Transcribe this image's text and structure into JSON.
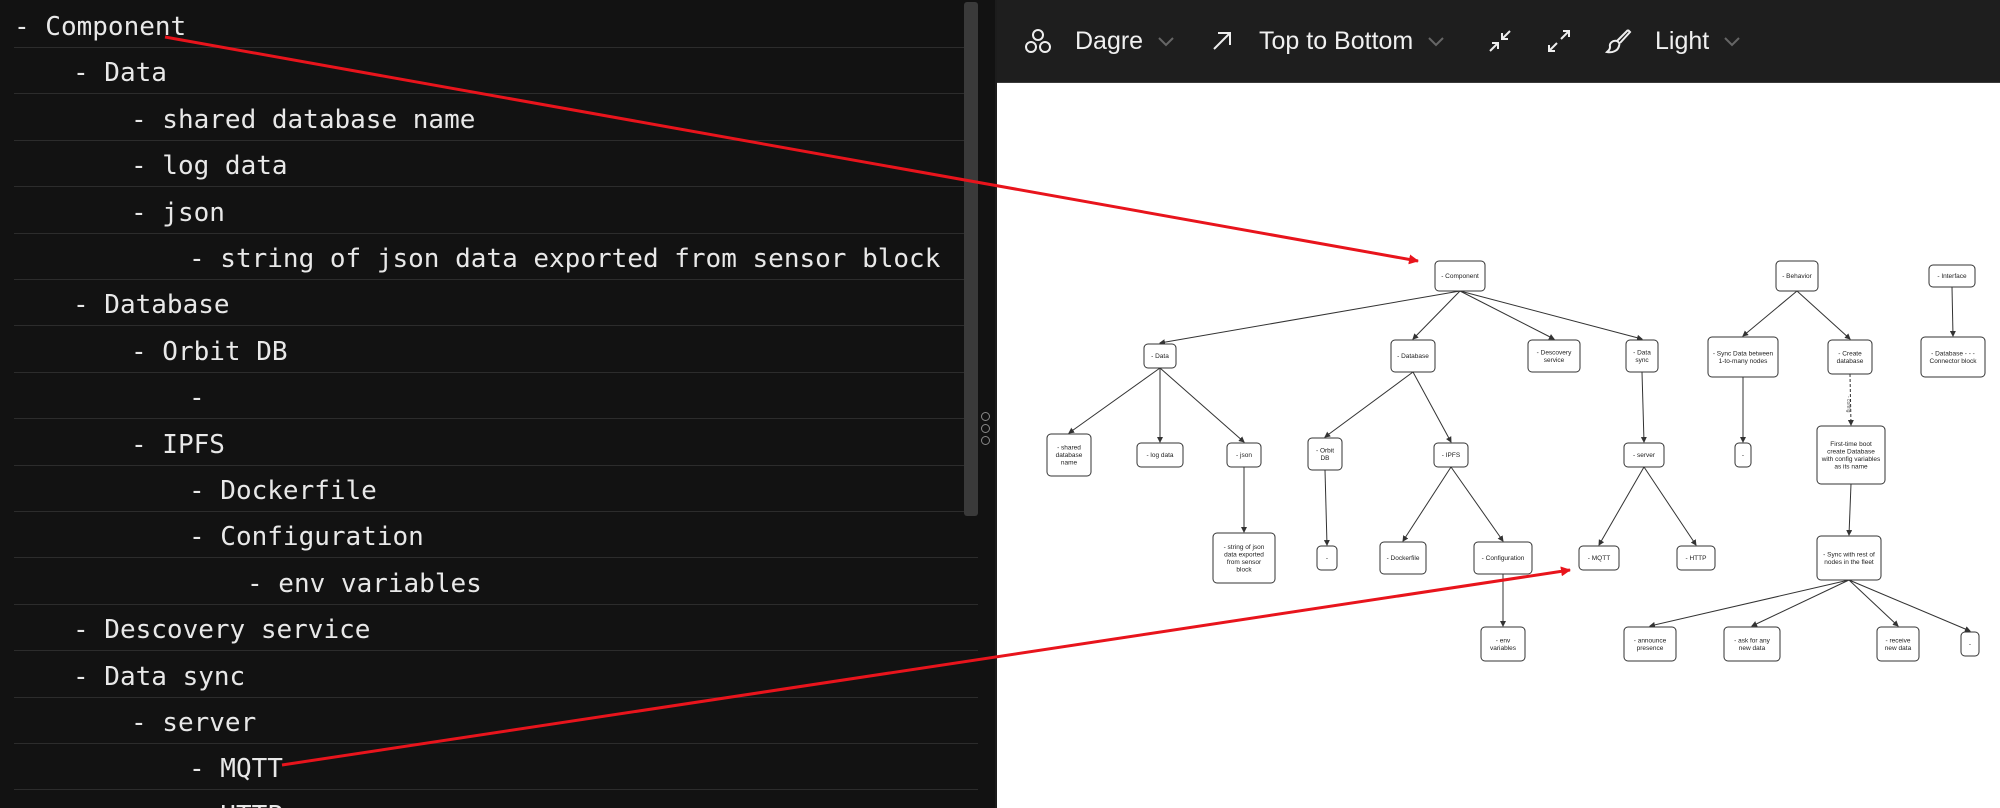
{
  "editor": {
    "lines": [
      {
        "indent": 0,
        "text": "- Component"
      },
      {
        "indent": 1,
        "text": "- Data"
      },
      {
        "indent": 2,
        "text": "- shared database name"
      },
      {
        "indent": 2,
        "text": "- log data"
      },
      {
        "indent": 2,
        "text": "- json"
      },
      {
        "indent": 3,
        "text": "- string of json data exported from sensor block"
      },
      {
        "indent": 1,
        "text": "- Database"
      },
      {
        "indent": 2,
        "text": "- Orbit DB"
      },
      {
        "indent": 3,
        "text": "-"
      },
      {
        "indent": 2,
        "text": "- IPFS"
      },
      {
        "indent": 3,
        "text": "- Dockerfile"
      },
      {
        "indent": 3,
        "text": "- Configuration"
      },
      {
        "indent": 4,
        "text": "- env variables"
      },
      {
        "indent": 1,
        "text": "- Descovery service"
      },
      {
        "indent": 1,
        "text": "- Data sync"
      },
      {
        "indent": 2,
        "text": "- server"
      },
      {
        "indent": 3,
        "text": "- MQTT"
      },
      {
        "indent": 3,
        "text": "- HTTP"
      }
    ]
  },
  "toolbar": {
    "layout_label": "Dagre",
    "direction_label": "Top to Bottom",
    "theme_label": "Light",
    "icons": [
      "layout-icon",
      "arrow-up-right-icon",
      "shrink-icon",
      "expand-icon",
      "brush-icon"
    ]
  },
  "graph": {
    "nodes": {
      "component": [
        "- Component"
      ],
      "data": [
        "- Data"
      ],
      "database": [
        "- Database"
      ],
      "discovery": [
        "- Descovery",
        "service"
      ],
      "datasync": [
        "- Data",
        "sync"
      ],
      "behavior": [
        "- Behavior"
      ],
      "syncdata": [
        "- Sync Data between",
        "1-to-many nodes"
      ],
      "createdb": [
        "- Create",
        "database"
      ],
      "interface": [
        "- Interface"
      ],
      "connector": [
        "- Database -  -  -",
        "Connector block"
      ],
      "shareddb": [
        "- shared",
        "database",
        "name"
      ],
      "logdata": [
        "- log data"
      ],
      "json": [
        "- json"
      ],
      "orbit": [
        "- Orbit",
        "DB"
      ],
      "ipfs": [
        "- IPFS"
      ],
      "server": [
        "- server"
      ],
      "dash1": [
        "-"
      ],
      "firstboot": [
        "First-time boot",
        "create Database",
        "with config variables",
        "as its name"
      ],
      "jsonstr": [
        "- string of json",
        "data exported",
        "from sensor",
        "block"
      ],
      "dash2": [
        "-"
      ],
      "dockerfile": [
        "- Dockerfile"
      ],
      "configuration": [
        "- Configuration"
      ],
      "mqtt": [
        "- MQTT"
      ],
      "http": [
        "- HTTP"
      ],
      "syncrest": [
        "- Sync with rest of",
        "nodes in the fleet"
      ],
      "envvars": [
        "- env",
        "variables"
      ],
      "announce": [
        "- announce",
        "presence"
      ],
      "askdata": [
        "- ask for any",
        "new data"
      ],
      "receive": [
        "- receive",
        "new data"
      ],
      "dash3": [
        "-"
      ]
    },
    "edge_label": "- config"
  },
  "colors": {
    "editor_bg": "#121212",
    "toolbar_bg": "#1e1e1e",
    "annotation_arrow": "#e8141c"
  }
}
